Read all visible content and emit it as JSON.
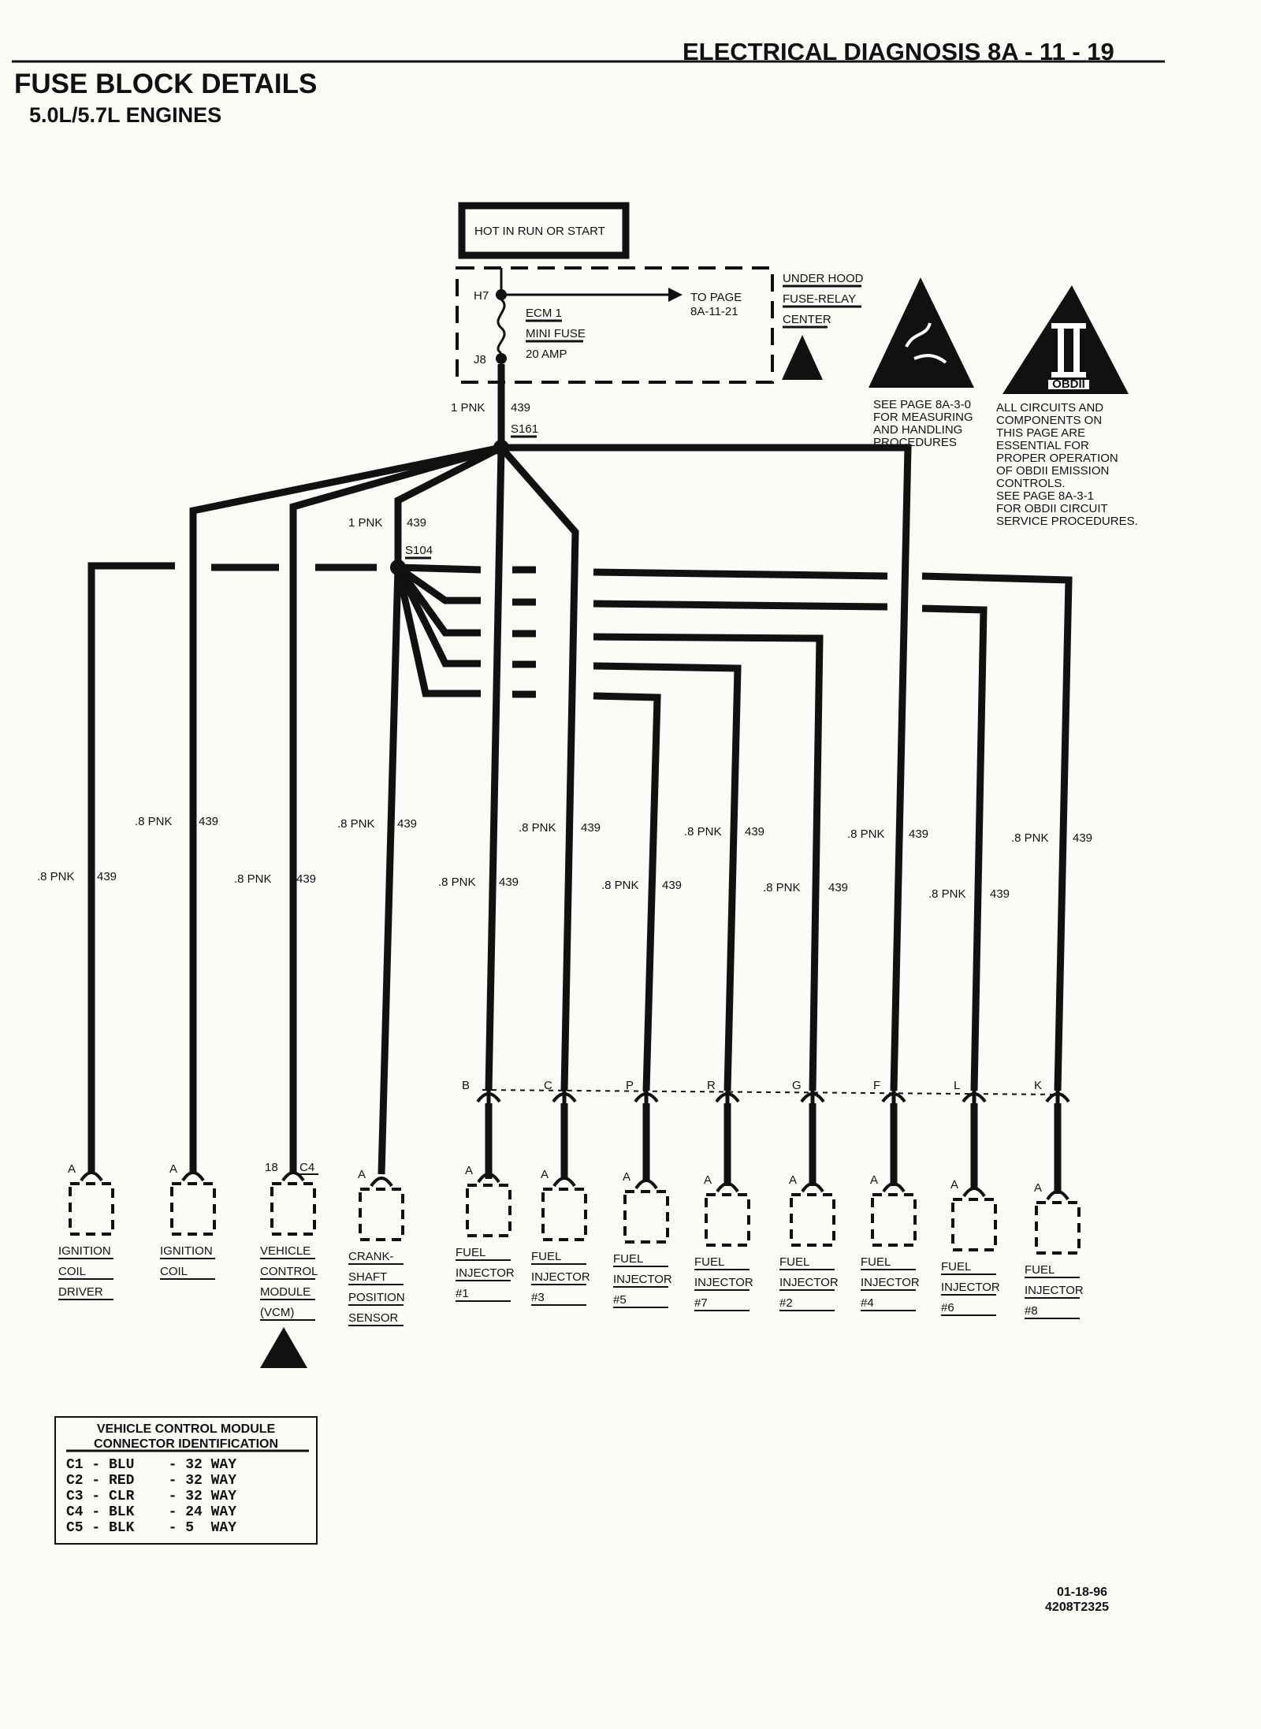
{
  "header": {
    "section": "ELECTRICAL DIAGNOSIS 8A - 11 - 19",
    "title": "FUSE BLOCK DETAILS",
    "subtitle": "5.0L/5.7L ENGINES"
  },
  "power": {
    "box_label": "HOT IN RUN OR START",
    "fuse_center": [
      "UNDER HOOD",
      "FUSE-RELAY",
      "CENTER"
    ],
    "terminal_in": "H7",
    "terminal_out": "J8",
    "fuse_name": [
      "ECM 1",
      "MINI FUSE",
      "20 AMP"
    ],
    "page_ref": [
      "TO PAGE",
      "8A-11-21"
    ]
  },
  "splices": {
    "s161": {
      "id": "S161",
      "wire_gauge_color": "1 PNK",
      "circuit": "439"
    },
    "s104": {
      "id": "S104",
      "wire_gauge_color": "1 PNK",
      "circuit": "439"
    }
  },
  "warnings": {
    "esd": [
      "SEE PAGE 8A-3-0",
      "FOR MEASURING",
      "AND HANDLING",
      "PROCEDURES"
    ],
    "obd_badge": "OBDII",
    "obd": [
      "ALL CIRCUITS AND",
      "COMPONENTS ON",
      "THIS PAGE ARE",
      "ESSENTIAL FOR",
      "PROPER OPERATION",
      "OF OBDII EMISSION",
      "CONTROLS.",
      "SEE PAGE 8A-3-1",
      "FOR OBDII CIRCUIT",
      "SERVICE PROCEDURES."
    ]
  },
  "branch_wires": [
    {
      "gauge": ".8 PNK",
      "circuit": "439"
    },
    {
      "gauge": ".8 PNK",
      "circuit": "439"
    },
    {
      "gauge": ".8 PNK",
      "circuit": "439"
    },
    {
      "gauge": ".8 PNK",
      "circuit": "439"
    },
    {
      "gauge": ".8 PNK",
      "circuit": "439"
    },
    {
      "gauge": ".8 PNK",
      "circuit": "439"
    },
    {
      "gauge": ".8 PNK",
      "circuit": "439"
    },
    {
      "gauge": ".8 PNK",
      "circuit": "439"
    },
    {
      "gauge": ".8 PNK",
      "circuit": "439"
    },
    {
      "gauge": ".8 PNK",
      "circuit": "439"
    },
    {
      "gauge": ".8 PNK",
      "circuit": "439"
    },
    {
      "gauge": ".8 PNK",
      "circuit": "439"
    }
  ],
  "harness_connector_pins": [
    "B",
    "C",
    "P",
    "R",
    "G",
    "F",
    "L",
    "K"
  ],
  "components": [
    {
      "pin": "A",
      "lines": [
        "IGNITION",
        "COIL",
        "DRIVER"
      ]
    },
    {
      "pin": "A",
      "lines": [
        "IGNITION",
        "COIL"
      ]
    },
    {
      "pin": "18",
      "conn": "C4",
      "lines": [
        "VEHICLE",
        "CONTROL",
        "MODULE",
        "(VCM)"
      ]
    },
    {
      "pin": "A",
      "lines": [
        "CRANK-",
        "SHAFT",
        "POSITION",
        "SENSOR"
      ]
    },
    {
      "pin": "A",
      "lines": [
        "FUEL",
        "INJECTOR",
        "#1"
      ]
    },
    {
      "pin": "A",
      "lines": [
        "FUEL",
        "INJECTOR",
        "#3"
      ]
    },
    {
      "pin": "A",
      "lines": [
        "FUEL",
        "INJECTOR",
        "#5"
      ]
    },
    {
      "pin": "A",
      "lines": [
        "FUEL",
        "INJECTOR",
        "#7"
      ]
    },
    {
      "pin": "A",
      "lines": [
        "FUEL",
        "INJECTOR",
        "#2"
      ]
    },
    {
      "pin": "A",
      "lines": [
        "FUEL",
        "INJECTOR",
        "#4"
      ]
    },
    {
      "pin": "A",
      "lines": [
        "FUEL",
        "INJECTOR",
        "#6"
      ]
    },
    {
      "pin": "A",
      "lines": [
        "FUEL",
        "INJECTOR",
        "#8"
      ]
    }
  ],
  "vcm_table": {
    "title": [
      "VEHICLE CONTROL MODULE",
      "CONNECTOR IDENTIFICATION"
    ],
    "rows": [
      "C1 - BLU    - 32 WAY",
      "C2 - RED    - 32 WAY",
      "C3 - CLR    - 32 WAY",
      "C4 - BLK    - 24 WAY",
      "C5 - BLK    - 5  WAY"
    ]
  },
  "footer": {
    "date": "01-18-96",
    "code": "4208T2325"
  }
}
